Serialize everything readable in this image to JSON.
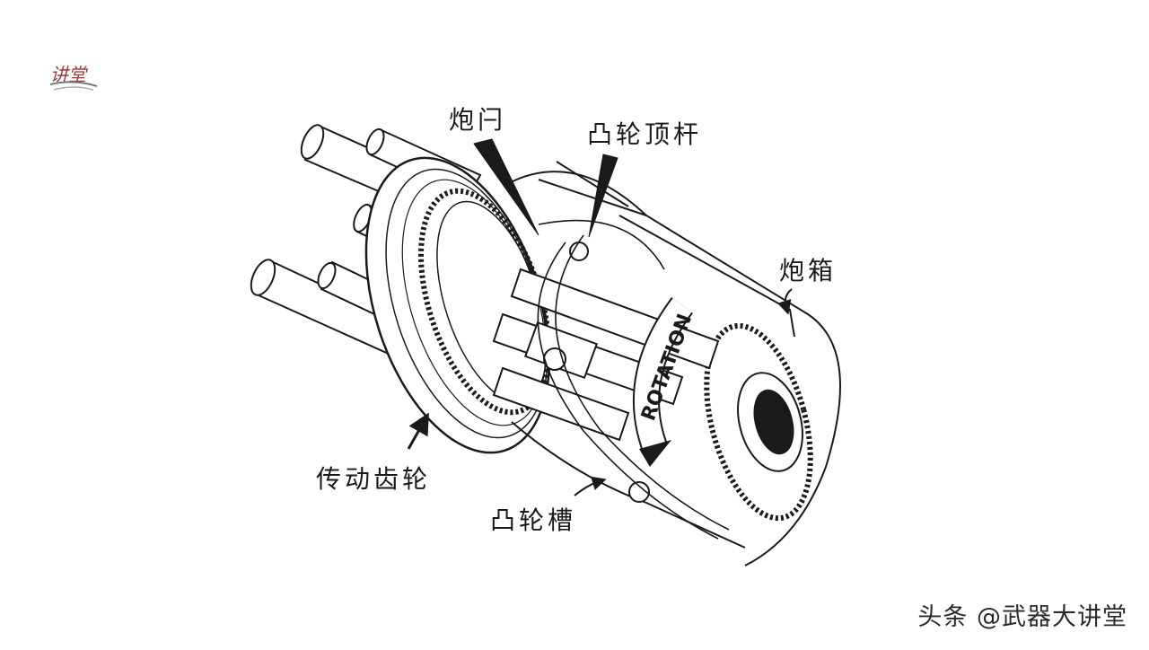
{
  "labels": {
    "bolt": "炮闩",
    "cam_follower": "凸轮顶杆",
    "receiver": "炮箱",
    "drive_gear": "传动齿轮",
    "cam_groove": "凸轮槽"
  },
  "rotation_text": "ROTATION",
  "watermark": "头条 @武器大讲堂",
  "logo_text": "讲堂",
  "colors": {
    "ink": "#1a1a1a",
    "background": "#ffffff",
    "logo": "#9b3a3a"
  }
}
